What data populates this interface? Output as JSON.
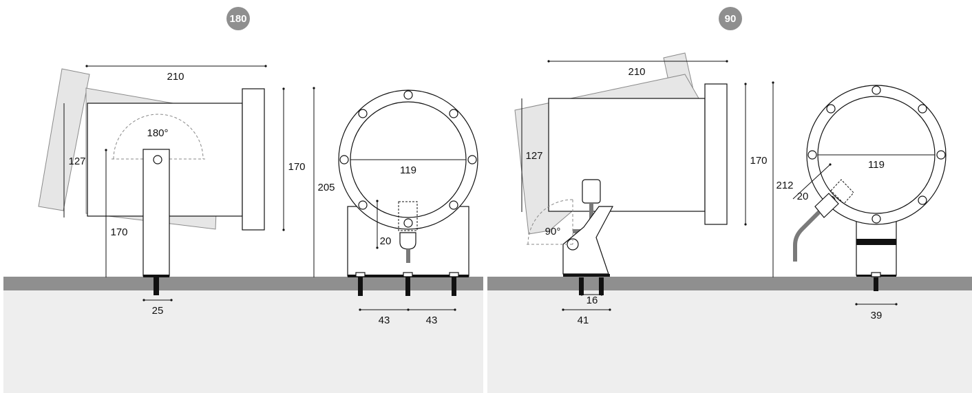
{
  "badges": {
    "left": "180",
    "right": "90",
    "color": "#8f8f8f"
  },
  "colors": {
    "ground": "#8f8f8f",
    "soil": "#eeeeee",
    "ghost": "#e6e6e6",
    "cable": "#7a7a7a"
  },
  "left_side": {
    "width_210": "210",
    "height_127": "127",
    "angle_180": "180°",
    "height_170_body": "170",
    "height_170_pole": "170",
    "height_205": "205",
    "spike_25": "25"
  },
  "left_front": {
    "diameter_119": "119",
    "offset_20": "20",
    "spacing_left_43": "43",
    "spacing_right_43": "43"
  },
  "right_side": {
    "width_210": "210",
    "height_127": "127",
    "angle_90": "90°",
    "height_170": "170",
    "spacing_16": "16",
    "base_41": "41"
  },
  "right_front": {
    "diameter_119": "119",
    "dim_212": "212",
    "dim_20": "20",
    "base_39": "39"
  }
}
